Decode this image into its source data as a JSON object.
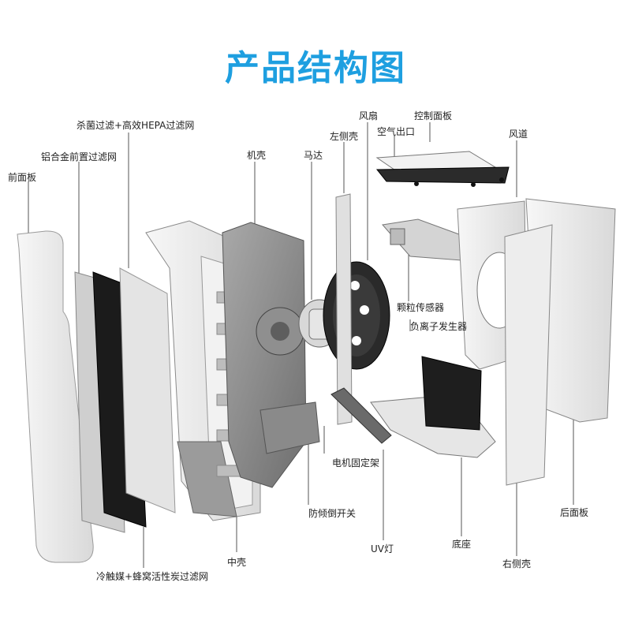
{
  "title": "产品结构图",
  "labels": {
    "front_panel": "前面板",
    "alu_prefilter": "铝合金前置过滤网",
    "hepa_filter": "杀菌过滤+高效HEPA过滤网",
    "cold_catalyst": "冷触媒+蜂窝活性炭过滤网",
    "mid_shell": "中壳",
    "casing": "机壳",
    "motor": "马达",
    "left_shell": "左侧壳",
    "fan": "风扇",
    "air_outlet": "空气出口",
    "control_panel": "控制面板",
    "air_duct": "风道",
    "particle_sensor": "颗粒传感器",
    "anion_generator": "负离子发生器",
    "motor_bracket": "电机固定架",
    "tilt_switch": "防倾倒开关",
    "uv_lamp": "UV灯",
    "base": "底座",
    "right_shell": "右侧壳",
    "rear_panel": "后面板"
  }
}
